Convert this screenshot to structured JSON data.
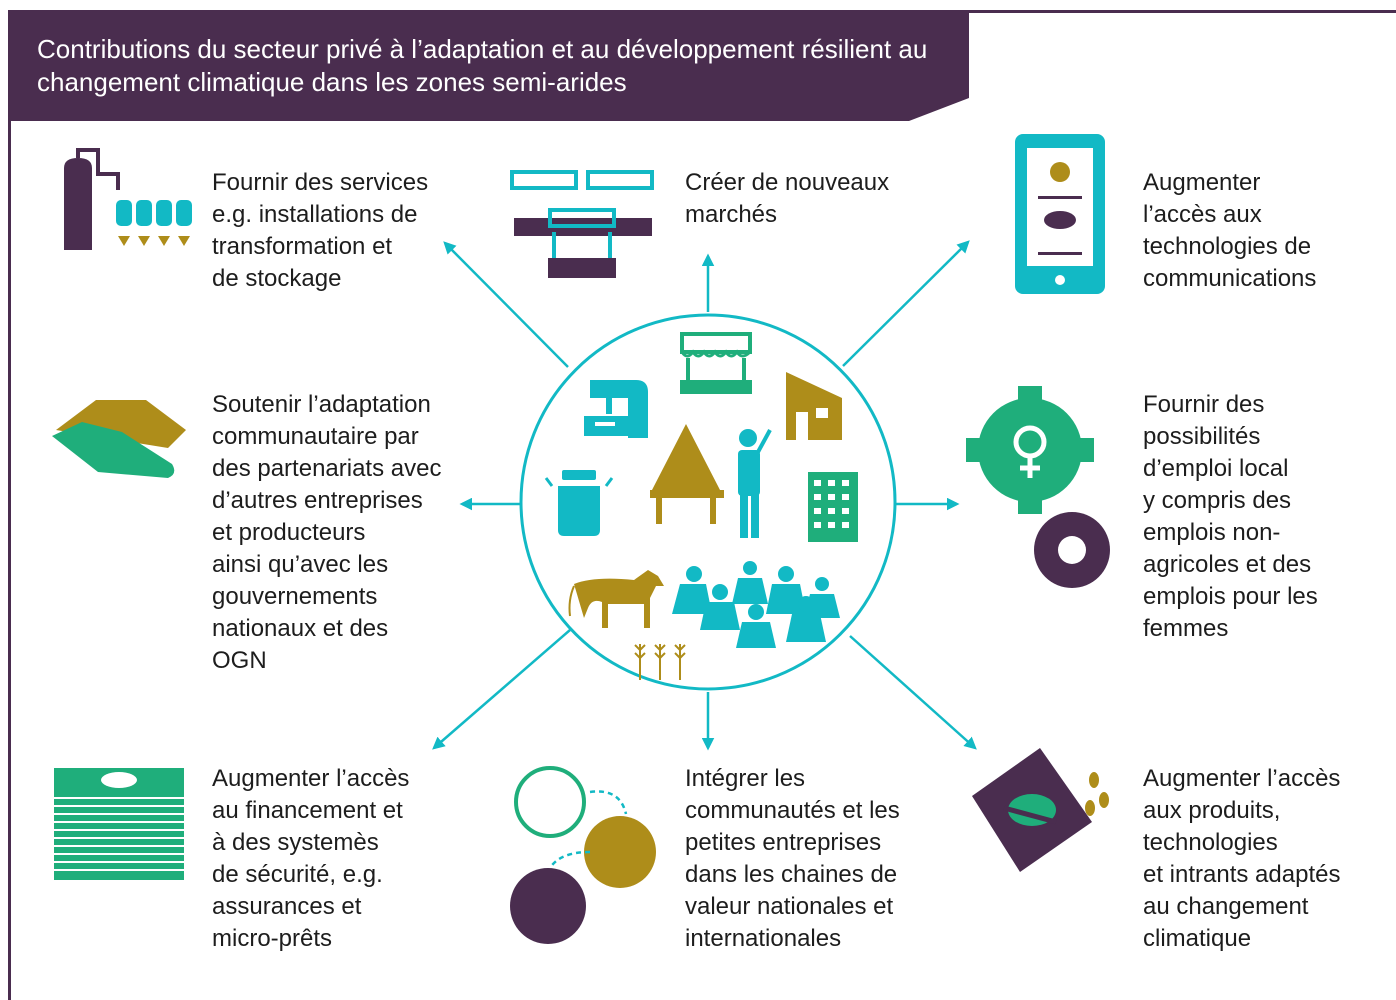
{
  "title": "Contributions du secteur privé à l’adaptation et au développement résilient au changement climatique dans les zones semi-arides",
  "colors": {
    "purple": "#4a2d4f",
    "teal": "#12b9c5",
    "green": "#1fae7b",
    "gold": "#ae8d1a",
    "text": "#1d1d1d"
  },
  "contributions": [
    {
      "text": "Fournir des services\ne.g. installations de\ntransformation et\nde stockage",
      "icon": "processing-plant-icon"
    },
    {
      "text": "Créer de nouveaux\nmarchés",
      "icon": "market-stalls-icon"
    },
    {
      "text": "Augmenter\nl’accès aux\ntechnologies de\ncommunications",
      "icon": "mobile-weather-icon"
    },
    {
      "text": "Soutenir l’adaptation\ncommunautaire par\ndes partenariats avec\nd’autres entreprises\net producteurs\nainsi qu’avec les\ngouvernements\nnationaux et des\nOGN",
      "icon": "handshake-icon"
    },
    {
      "text": "Fournir des\npossibilités\nd’emploi local\ny compris des\nemplois non-\nagricoles et des\nemplois pour les\nfemmes",
      "icon": "gears-female-icon"
    },
    {
      "text": "Augmenter l’accès\nau financement et\nà des systemès\nde sécurité, e.g.\nassurances et\nmicro-prêts",
      "icon": "money-stack-icon"
    },
    {
      "text": "Intégrer les\ncommunautés et les\npetites entreprises\ndans les chaines de\nvaleur nationales et\ninternationales",
      "icon": "value-chain-icon"
    },
    {
      "text": "Augmenter l’accès\naux produits,\ntechnologies\net intrants adaptés\nau changement\nclimatique",
      "icon": "seed-packet-icon"
    }
  ],
  "center_icons": [
    "sewing-machine-icon",
    "market-stall-icon",
    "house-icon",
    "milk-can-icon",
    "hut-icon",
    "farmer-icon",
    "building-icon",
    "cow-icon",
    "community-group-icon",
    "wheat-icon"
  ]
}
